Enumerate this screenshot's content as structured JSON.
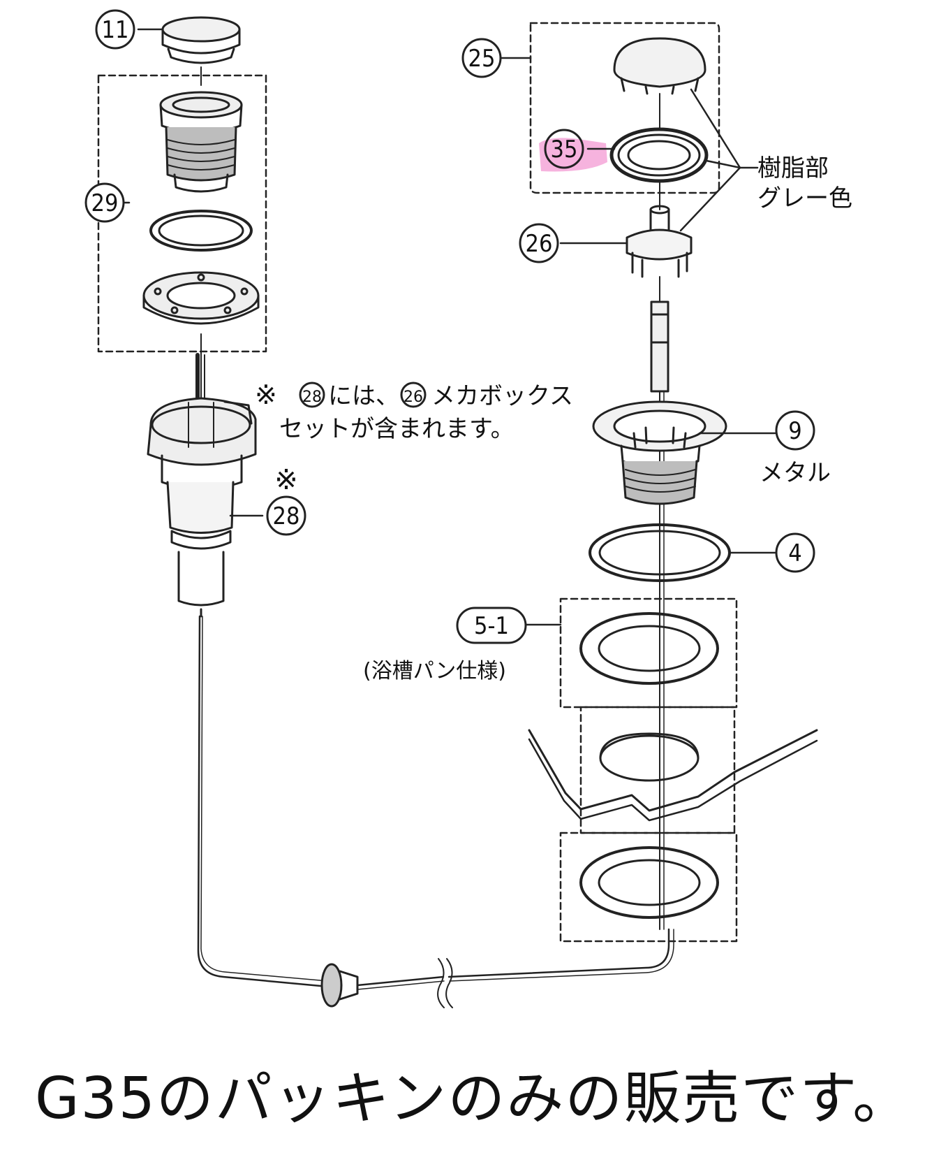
{
  "callouts": {
    "c11": "11",
    "c29": "29",
    "c28": "28",
    "c25": "25",
    "c35": "35",
    "c26": "26",
    "c9": "9",
    "c4": "4",
    "c51": "5-1"
  },
  "labels": {
    "resin_line1": "樹脂部",
    "resin_line2": "グレー色",
    "metal": "メタル",
    "bathtub_spec": "(浴槽パン仕様)",
    "note_line1_mark": "※",
    "note_line1_ref1": "28",
    "note_line1_mid": "には、",
    "note_line1_ref2": "26",
    "note_line1_end": "メカボックス",
    "note_line2": "セットが含まれます。",
    "note_mark_small": "※"
  },
  "caption": "G35のパッキンのみの販売です。",
  "colors": {
    "highlight": "#f5a6d8",
    "line": "#222222"
  }
}
